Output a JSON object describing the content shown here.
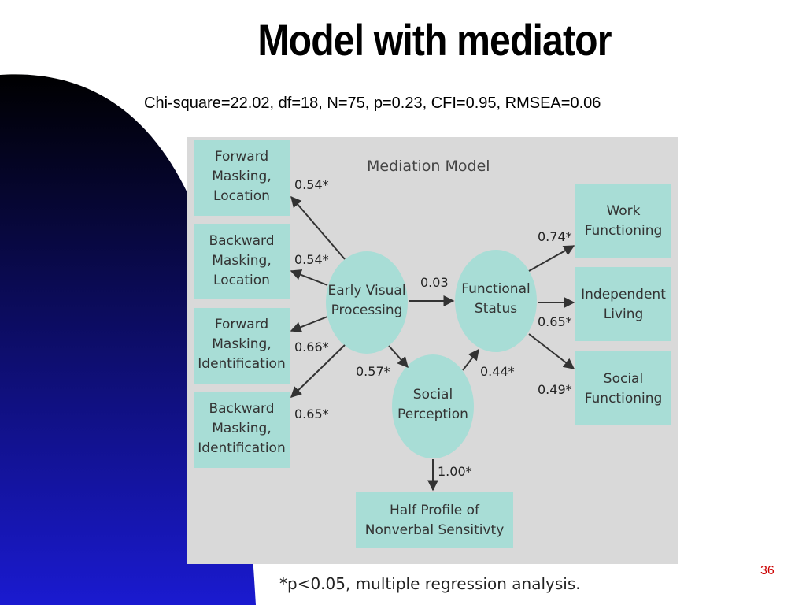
{
  "slide": {
    "title": "Model with mediator",
    "subtitle": "Chi-square=22.02, df=18, N=75, p=0.23, CFI=0.95, RMSEA=0.06",
    "footnote": "*p<0.05, multiple regression analysis.",
    "page_number": "36",
    "colors": {
      "gradient_top": "#000000",
      "gradient_bottom": "#1a1ad0",
      "node_fill": "#a8ddd6",
      "figure_bg": "#d9d9d9",
      "page_number": "#cc0000"
    }
  },
  "diagram": {
    "title": "Mediation Model",
    "boxes": {
      "fwd_loc": [
        "Forward",
        "Masking,",
        "Location"
      ],
      "bwd_loc": [
        "Backward",
        "Masking,",
        "Location"
      ],
      "fwd_id": [
        "Forward",
        "Masking,",
        "Identification"
      ],
      "bwd_id": [
        "Backward",
        "Masking,",
        "Identification"
      ],
      "work": [
        "Work",
        "Functioning"
      ],
      "indep": [
        "Independent",
        "Living"
      ],
      "social_func": [
        "Social",
        "Functioning"
      ],
      "half_profile": [
        "Half Profile of",
        "Nonverbal Sensitivty"
      ]
    },
    "ellipses": {
      "evp": [
        "Early Visual",
        "Processing"
      ],
      "fs": [
        "Functional",
        "Status"
      ],
      "sp": [
        "Social",
        "Perception"
      ]
    },
    "coefficients": {
      "evp_fwd_loc": "0.54*",
      "evp_bwd_loc": "0.54*",
      "evp_fwd_id": "0.66*",
      "evp_bwd_id": "0.65*",
      "evp_fs": "0.03",
      "evp_sp": "0.57*",
      "sp_fs": "0.44*",
      "fs_work": "0.74*",
      "fs_indep": "0.65*",
      "fs_social": "0.49*",
      "sp_half": "1.00*"
    }
  }
}
